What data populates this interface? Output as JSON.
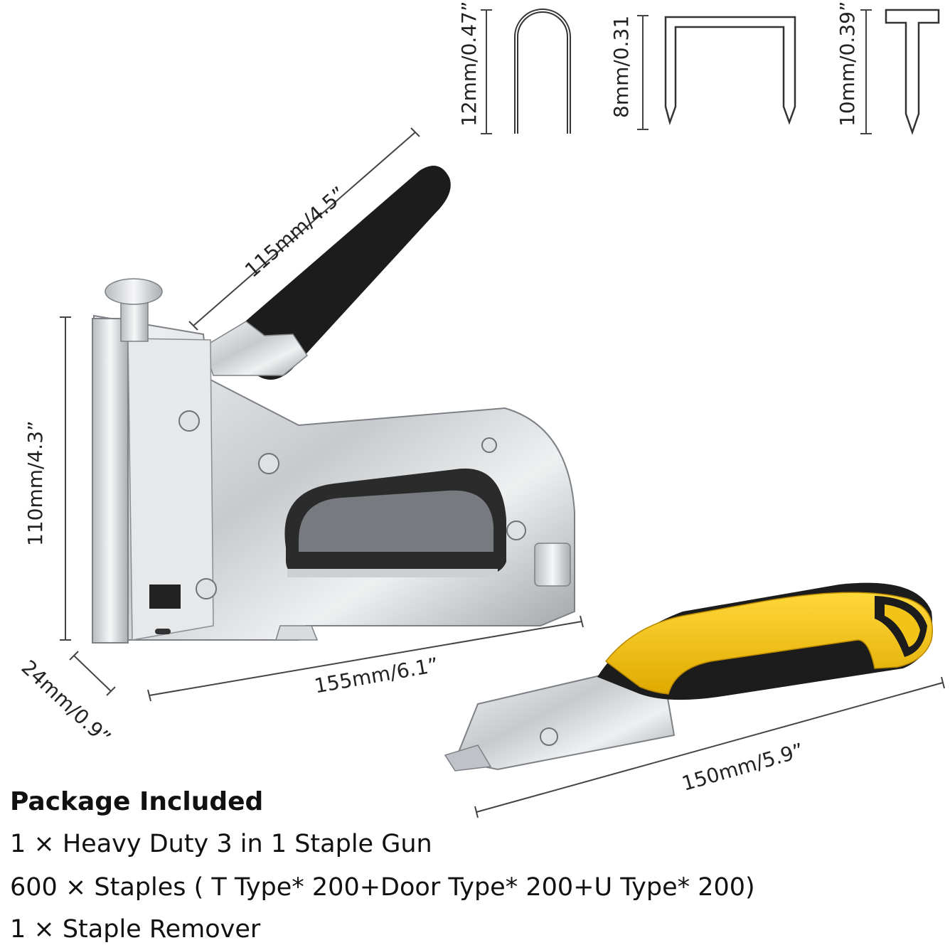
{
  "dimensions": {
    "staple_u_height": "12mm/0.47”",
    "staple_door_height": "8mm/0.31",
    "staple_t_height": "10mm/0.39”",
    "handle_length": "115mm/4.5”",
    "gun_height": "110mm/4.3”",
    "gun_width": "24mm/0.9”",
    "gun_length": "155mm/6.1”",
    "remover_length": "150mm/5.9”"
  },
  "package": {
    "title": "Package Included",
    "items": [
      "1 × Heavy Duty 3 in 1 Staple Gun",
      "600 × Staples ( T Type* 200+Door Type* 200+U Type* 200)",
      "1 × Staple Remover"
    ]
  },
  "icons": [
    "u-staple-icon",
    "door-staple-icon",
    "t-nail-icon",
    "staple-gun-illustration",
    "staple-remover-illustration"
  ],
  "colors": {
    "remover_yellow": "#f2c417",
    "grip_black": "#1c1c1c",
    "chrome": "#c9ccd0"
  }
}
